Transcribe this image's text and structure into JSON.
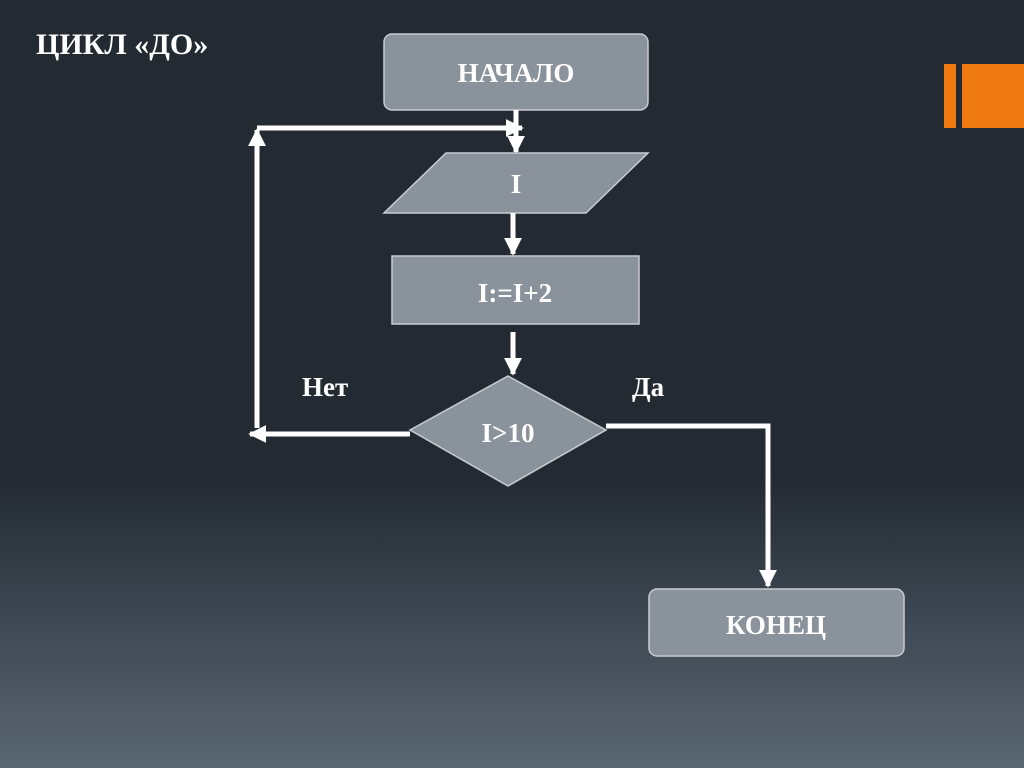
{
  "title": "ЦИКЛ «ДО»",
  "colors": {
    "background": "#232a31",
    "shape_fill": "#8a929b",
    "accent": "#f07a12",
    "line": "#ffffff"
  },
  "flowchart": {
    "start": "НАЧАЛО",
    "input": "I",
    "process": "I:=I+2",
    "condition": "I>10",
    "no_label": "Нет",
    "yes_label": "Да",
    "end": "КОНЕЦ"
  }
}
